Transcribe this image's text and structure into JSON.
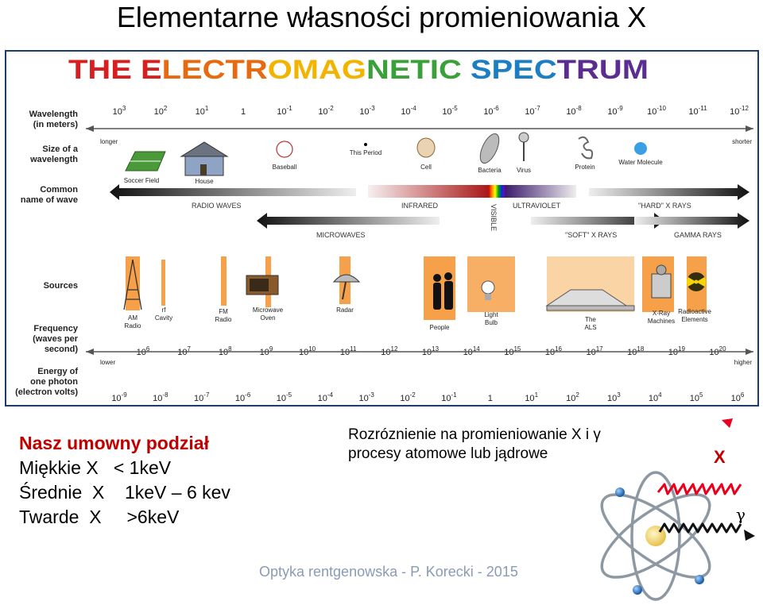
{
  "slide": {
    "title": "Elementarne własności promieniowania X",
    "footer": "Optyka rentgenowska - P. Korecki - 2015"
  },
  "spectrum": {
    "heading": "THE ELECTROMAGNETIC SPECTRUM",
    "row_labels": {
      "wavelength": [
        "Wavelength",
        "(in meters)"
      ],
      "size": [
        "Size of a",
        "wavelength"
      ],
      "common_name": [
        "Common",
        "name of wave"
      ],
      "sources": [
        "Sources"
      ],
      "frequency": [
        "Frequency",
        "(waves per",
        "second)"
      ],
      "energy": [
        "Energy of",
        "one photon",
        "(electron volts)"
      ]
    },
    "wavelength_ticks": [
      "10^3",
      "10^2",
      "10^1",
      "1",
      "10^-1",
      "10^-2",
      "10^-3",
      "10^-4",
      "10^-5",
      "10^-6",
      "10^-7",
      "10^-8",
      "10^-9",
      "10^-10",
      "10^-11",
      "10^-12"
    ],
    "longer": "longer",
    "shorter": "shorter",
    "size_objects": [
      "Soccer Field",
      "House",
      "Baseball",
      "This Period",
      "Cell",
      "Bacteria",
      "Virus",
      "Protein",
      "Water Molecule"
    ],
    "bands": [
      "RADIO WAVES",
      "MICROWAVES",
      "INFRARED",
      "VISIBLE",
      "ULTRAVIOLET",
      "\"SOFT\" X RAYS",
      "\"HARD\" X RAYS",
      "GAMMA RAYS"
    ],
    "sources": [
      "AM Radio",
      "rf Cavity",
      "FM Radio",
      "Microwave Oven",
      "Radar",
      "People",
      "Light Bulb",
      "The ALS",
      "X-Ray Machines",
      "Radioactive Elements"
    ],
    "frequency_ticks": [
      "10^6",
      "10^7",
      "10^8",
      "10^9",
      "10^10",
      "10^11",
      "10^12",
      "10^13",
      "10^14",
      "10^15",
      "10^16",
      "10^17",
      "10^18",
      "10^19",
      "10^20"
    ],
    "lower": "lower",
    "higher": "higher",
    "energy_ticks": [
      "10^-9",
      "10^-8",
      "10^-7",
      "10^-6",
      "10^-5",
      "10^-4",
      "10^-3",
      "10^-2",
      "10^-1",
      "1",
      "10^1",
      "10^2",
      "10^3",
      "10^4",
      "10^5",
      "10^6"
    ],
    "colors": {
      "heading_rainbow": [
        "#d81e1e",
        "#e86a10",
        "#f2b400",
        "#3aa13a",
        "#1c7fc4",
        "#5b2d90"
      ],
      "source_bar": "#f6a04a",
      "accent": "#c00000"
    }
  },
  "division": {
    "heading": "Nasz  umowny podział",
    "rows": [
      "Miękkie X   < 1keV",
      "Średnie  X    1keV – 6 kev",
      "Twarde  X     >6keV"
    ]
  },
  "compare": {
    "line1": "Rozróznienie na promieniowanie  X  i  γ",
    "line2": "procesy atomowe lub jądrowe"
  },
  "atom": {
    "x_label": "X",
    "gamma_label": "γ",
    "colors": {
      "x_wave": "#e8001e",
      "gamma_wave": "#111111",
      "x_label": "#c00000"
    }
  }
}
